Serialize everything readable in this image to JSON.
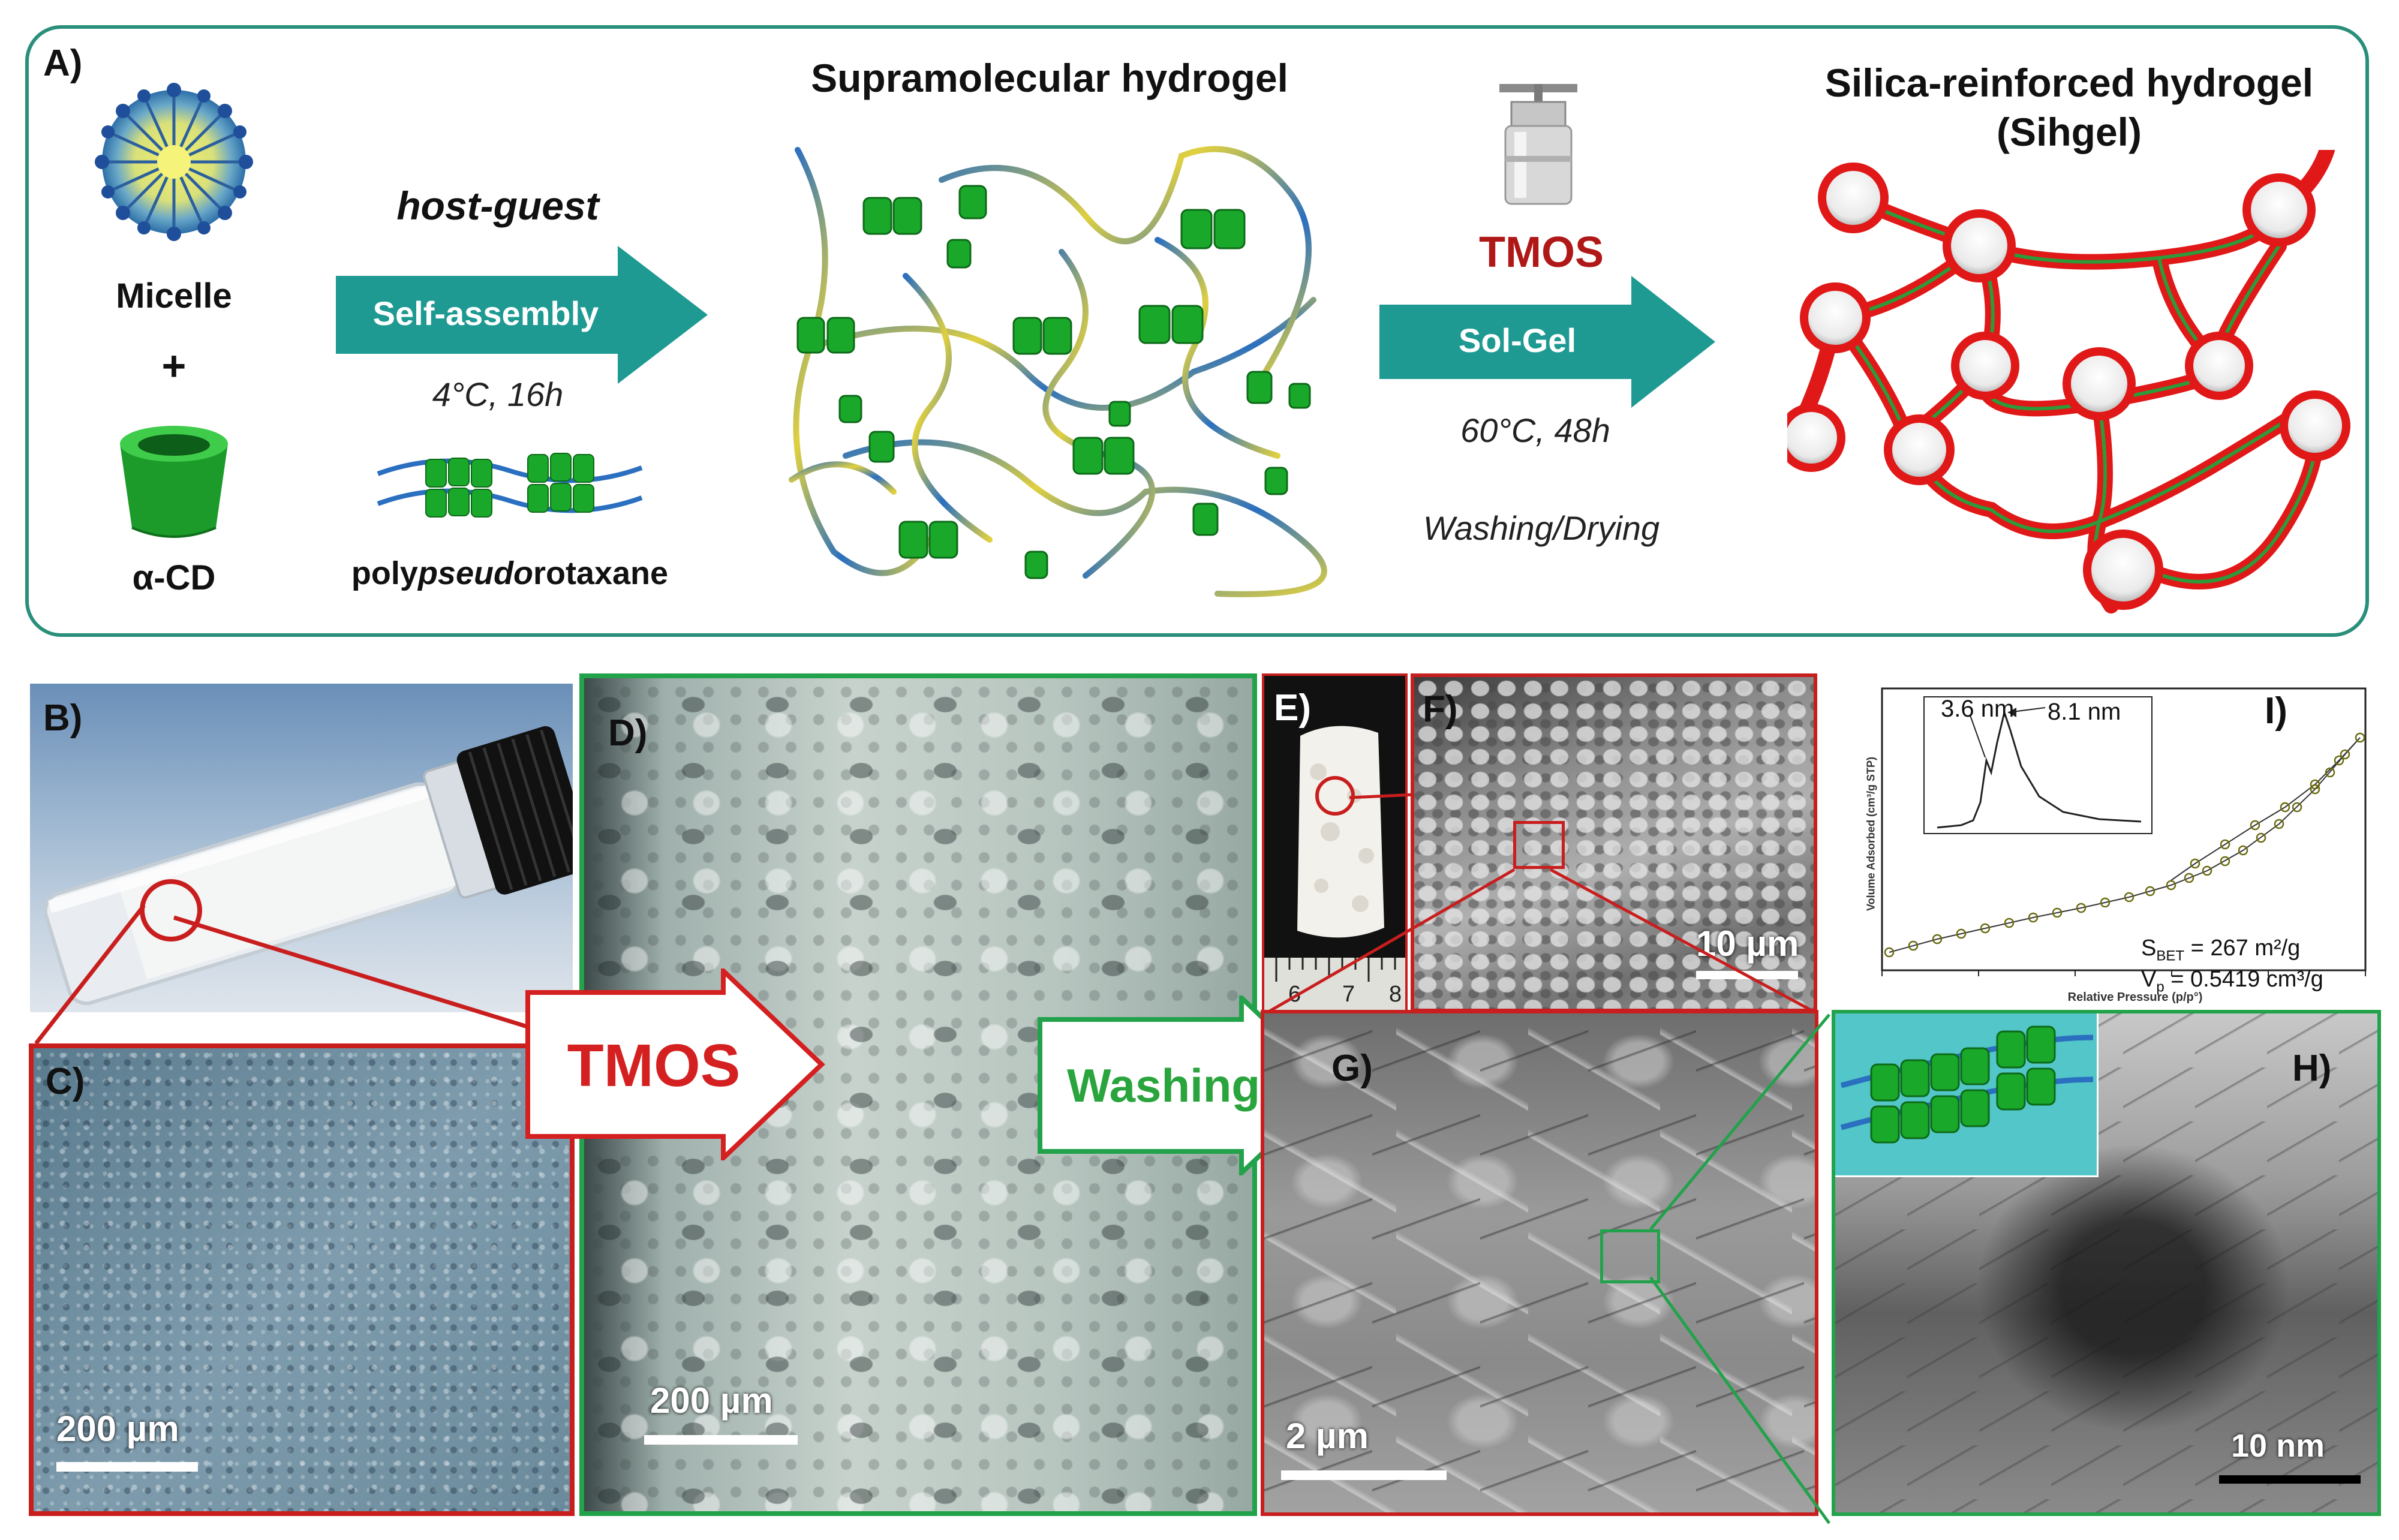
{
  "panelA": {
    "label": "A)",
    "micelle_label": "Micelle",
    "plus": "+",
    "acd_label": "α-CD",
    "host_guest": "host-guest",
    "self_assembly": "Self-assembly",
    "self_assembly_conditions": "4°C, 16h",
    "ppr_prefix": "poly",
    "ppr_italic": "pseudo",
    "ppr_suffix": "rotaxane",
    "supramolecular_title": "Supramolecular hydrogel",
    "tmos_reagent": "TMOS",
    "sol_gel": "Sol-Gel",
    "sol_gel_conditions": "60°C, 48h",
    "washing_drying": "Washing/Drying",
    "sihgel_title_line1": "Silica-reinforced hydrogel",
    "sihgel_title_line2": "(Sihgel)"
  },
  "panelB": {
    "label": "B)"
  },
  "panelC": {
    "label": "C)",
    "scale": "200 µm"
  },
  "panelD": {
    "label": "D)",
    "scale": "200 µm"
  },
  "panelE": {
    "label": "E)",
    "ruler_ticks": [
      "6",
      "7",
      "8"
    ]
  },
  "panelF": {
    "label": "F)",
    "scale": "10 µm"
  },
  "panelG": {
    "label": "G)",
    "scale": "2 µm"
  },
  "panelH": {
    "label": "H)",
    "scale": "10 nm"
  },
  "panelI": {
    "label": "I)",
    "peak1": "3.6 nm",
    "peak2": "8.1 nm",
    "sbet_label": "S",
    "sbet_sub": "BET",
    "sbet_value": " = 267 m²/g",
    "vp_label": "V",
    "vp_sub": "p",
    "vp_value": " = 0.5419 cm³/g",
    "xlabel": "Relative Pressure (p/p°)",
    "ylabel": "Volume Adsorbed (cm³/g STP)"
  },
  "arrows": {
    "tmos": "TMOS",
    "washing": "Washing"
  },
  "colors": {
    "teal": "#1e9a93",
    "frame": "#2a8f7a",
    "red": "#d42020",
    "green_frame": "#22a24a",
    "tmos_text": "#b01818",
    "washing_text": "#2aa43c",
    "cd_green": "#1aa82a"
  }
}
